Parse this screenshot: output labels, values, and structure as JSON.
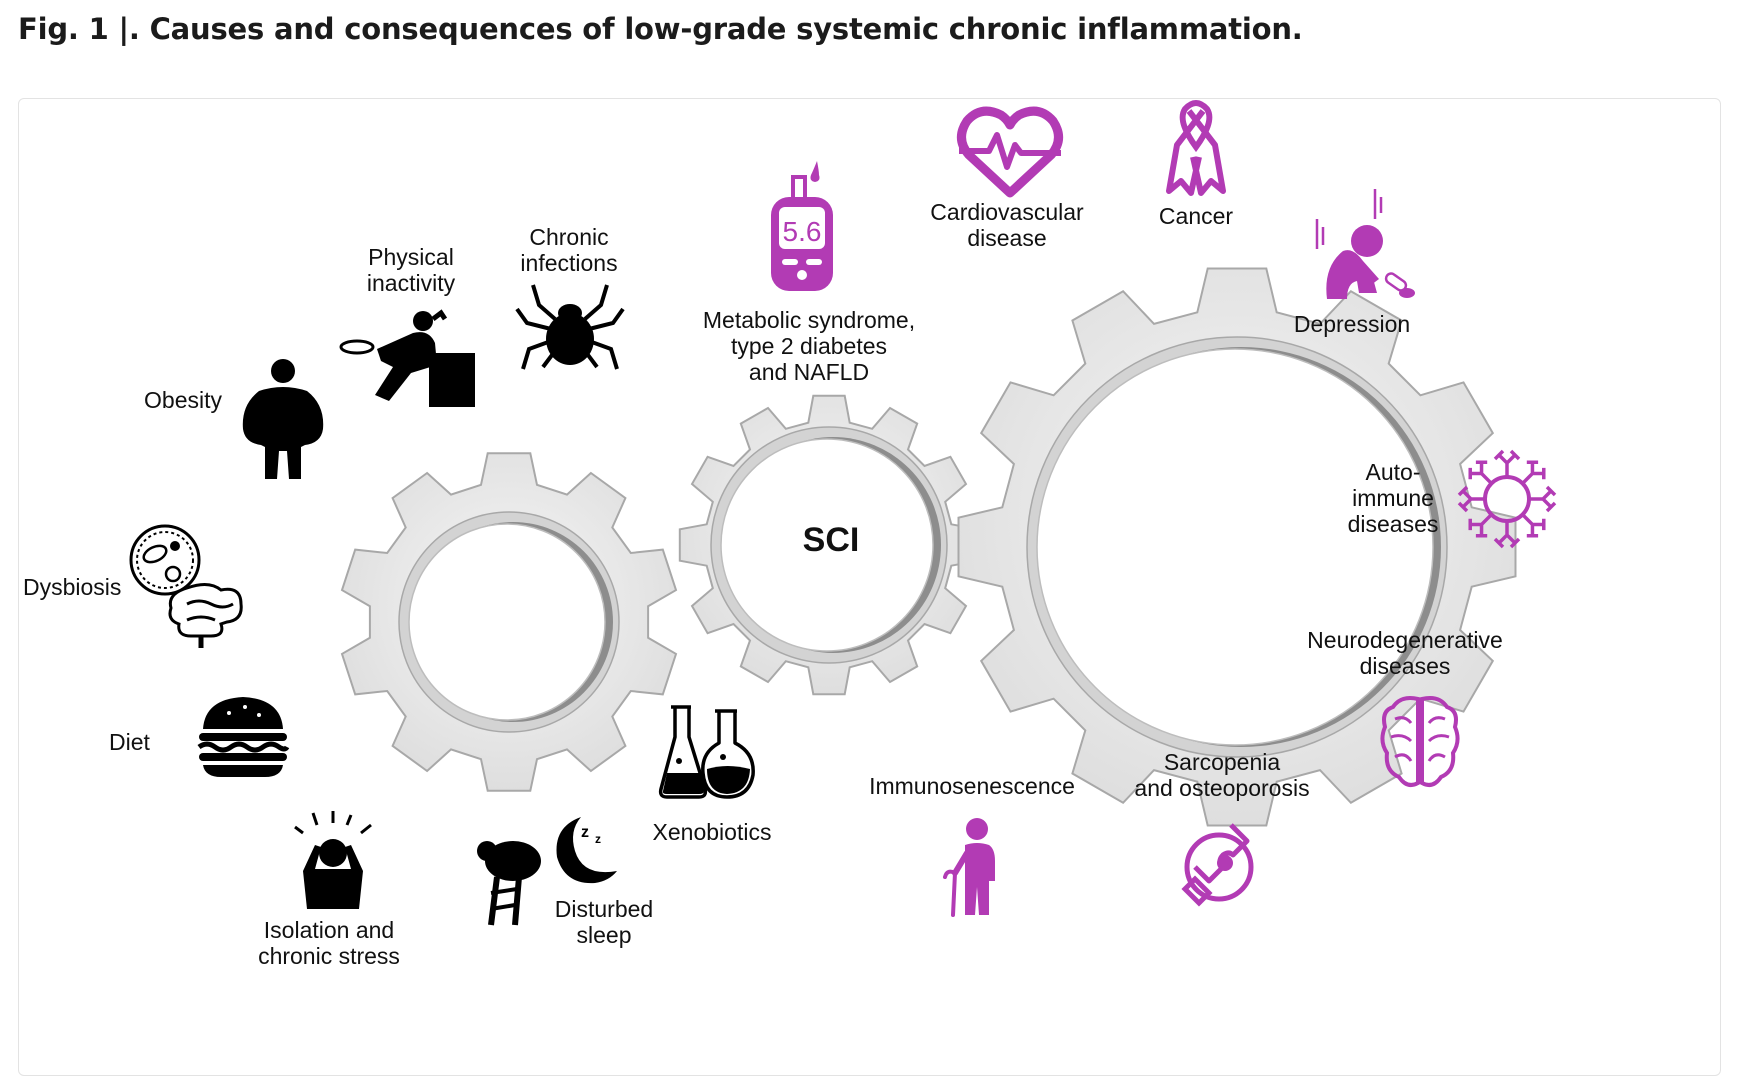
{
  "figure": {
    "caption": "Fig. 1 |. Causes and consequences of low-grade systemic chronic inflammation.",
    "center_label": "SCI"
  },
  "causes": {
    "obesity": "Obesity",
    "physical_inactivity": [
      "Physical",
      "inactivity"
    ],
    "chronic_infections": [
      "Chronic",
      "infections"
    ],
    "dysbiosis": "Dysbiosis",
    "diet": "Diet",
    "isolation_stress": [
      "Isolation and",
      "chronic stress"
    ],
    "disturbed_sleep": [
      "Disturbed",
      "sleep"
    ],
    "xenobiotics": "Xenobiotics"
  },
  "consequences": {
    "metabolic": [
      "Metabolic syndrome,",
      "type 2 diabetes",
      "and NAFLD"
    ],
    "glucometer_reading": "5.6",
    "cardiovascular": [
      "Cardiovascular",
      "disease"
    ],
    "cancer": "Cancer",
    "depression": "Depression",
    "autoimmune": [
      "Auto-",
      "immune",
      "diseases"
    ],
    "neurodegenerative": [
      "Neurodegenerative",
      "diseases"
    ],
    "sarcopenia": [
      "Sarcopenia",
      "and osteoporosis"
    ],
    "immunosenescence": "Immunosenescence"
  },
  "colors": {
    "consequence_icon": "#b23bb4",
    "cause_icon": "#000000",
    "gear_fill": "#e9e9e9",
    "gear_stroke": "#a8a8a8"
  }
}
